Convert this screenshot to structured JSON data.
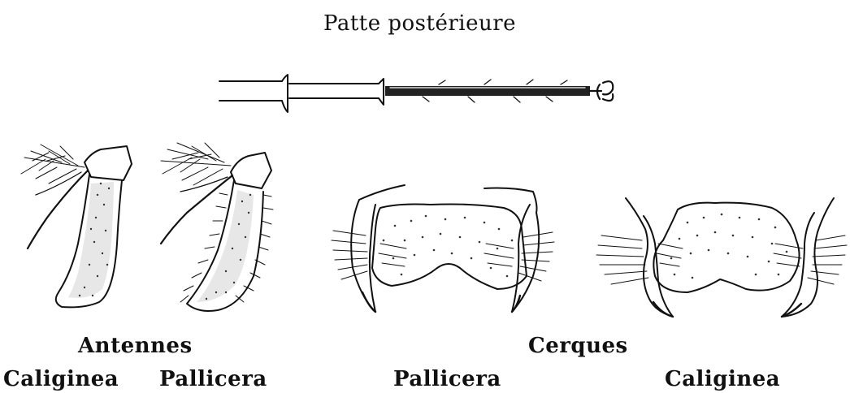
{
  "figure": {
    "title": "Patte postérieure",
    "antennae_heading": "Antennes",
    "cerci_heading": "Cerques",
    "labels": {
      "antenna_left": "Caliginea",
      "antenna_right": "Pallicera",
      "cercus_left": "Pallicera",
      "cercus_right": "Caliginea"
    }
  }
}
